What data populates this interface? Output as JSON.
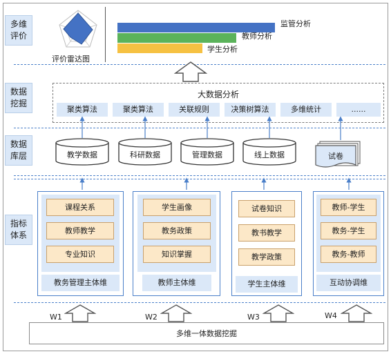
{
  "layers": {
    "evaluation": "多维\n评价",
    "mining": "数据\n挖掘",
    "database": "数据\n库层",
    "indicator": "指标\n体系"
  },
  "radar": {
    "caption": "评价雷达图"
  },
  "bars": [
    {
      "label": "监管分析",
      "color": "#4472c4"
    },
    {
      "label": "教师分析",
      "color": "#5bb35b"
    },
    {
      "label": "学生分析",
      "color": "#f6c142"
    }
  ],
  "mining": {
    "title": "大数据分析",
    "algorithms": [
      "聚类算法",
      "聚类算法",
      "关联规则",
      "决策树算法",
      "多维统计",
      "......"
    ]
  },
  "databases": [
    "教学数据",
    "科研数据",
    "管理数据",
    "线上数据"
  ],
  "exam_paper": "试卷",
  "dimensions": [
    {
      "name": "教务管理主体维",
      "items": [
        "课程关系",
        "教师教学",
        "专业知识"
      ]
    },
    {
      "name": "教师主体维",
      "items": [
        "学生画像",
        "教务政策",
        "知识掌握"
      ]
    },
    {
      "name": "学生主体维",
      "items": [
        "试卷知识",
        "教书教学",
        "教学政策"
      ]
    },
    {
      "name": "互动协调维",
      "items": [
        "教师-学生",
        "教务-学生",
        "教务-教师"
      ]
    }
  ],
  "weights": [
    "W1",
    "W2",
    "W3",
    "W4"
  ],
  "bottom": "多维一体数据挖掘",
  "colors": {
    "accent": "#4a7fc9",
    "light_blue": "#dbe8f8",
    "light_orange": "#fce8c8"
  }
}
